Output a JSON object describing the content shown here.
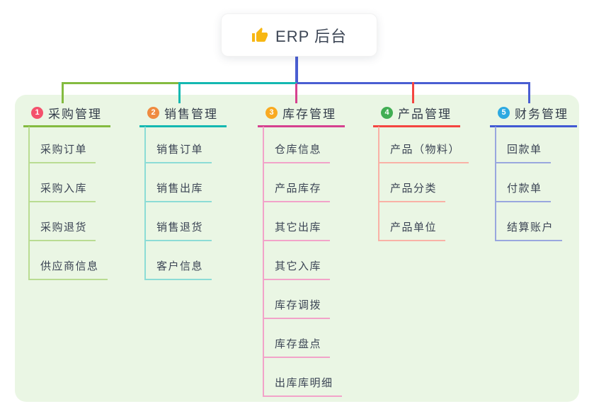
{
  "root": {
    "emoji_icon": "thumbs-up-icon",
    "title": "ERP 后台"
  },
  "colors": {
    "canvas_bg": "#eaf6e4",
    "root_line": "#4a5ed2",
    "thumb_yellow": "#f7b713"
  },
  "branches": [
    {
      "num": "1",
      "label": "采购管理",
      "color": "#84bb40",
      "light_color": "#b9dc92",
      "badge_color": "#f4516c",
      "children": [
        "采购订单",
        "采购入库",
        "采购退货",
        "供应商信息"
      ]
    },
    {
      "num": "2",
      "label": "销售管理",
      "color": "#14b8b1",
      "light_color": "#8cdcd6",
      "badge_color": "#ef8b40",
      "children": [
        "销售订单",
        "销售出库",
        "销售退货",
        "客户信息"
      ]
    },
    {
      "num": "3",
      "label": "库存管理",
      "color": "#d6418f",
      "light_color": "#f2a3c9",
      "badge_color": "#f9aa21",
      "children": [
        "仓库信息",
        "产品库存",
        "其它出库",
        "其它入库",
        "库存调拨",
        "库存盘点",
        "出库库明细"
      ]
    },
    {
      "num": "4",
      "label": "产品管理",
      "color": "#f44540",
      "light_color": "#f9b1a6",
      "badge_color": "#41ae53",
      "children": [
        "产品（物料）",
        "产品分类",
        "产品单位"
      ]
    },
    {
      "num": "5",
      "label": "财务管理",
      "color": "#4159d3",
      "light_color": "#99a7de",
      "badge_color": "#2da9e1",
      "children": [
        "回款单",
        "付款单",
        "结算账户"
      ]
    }
  ]
}
